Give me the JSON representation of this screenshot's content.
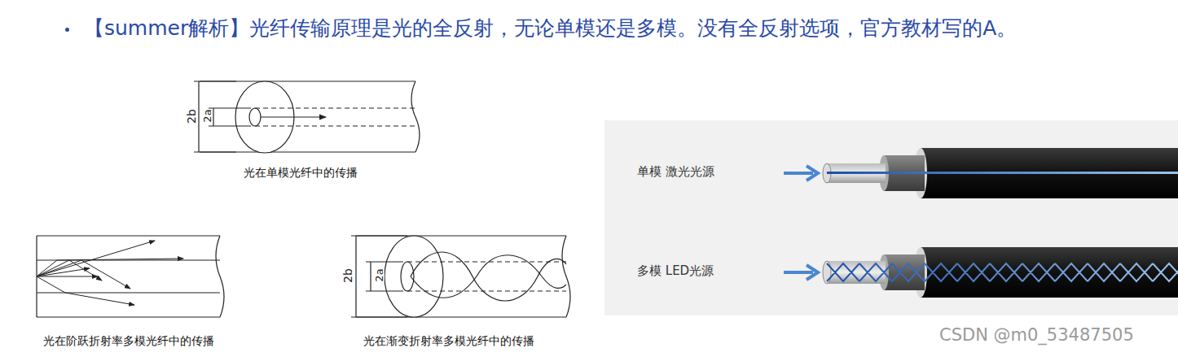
{
  "diagram": {
    "title": "【summer解析】光纤传输原理是光的全反射，无论单模还是多模。没有全反射选项，官方教材写的A。",
    "labels": [
      "2b",
      "2a",
      "光在单模光纤中的传播",
      "光在阶跃折射率多模光纤中的传播",
      "2b",
      "2a",
      "光在渐变折射率多模光纤中的传播",
      "单模 激光光源",
      "多模 LED光源",
      "CSDN @m0_53487505"
    ]
  }
}
